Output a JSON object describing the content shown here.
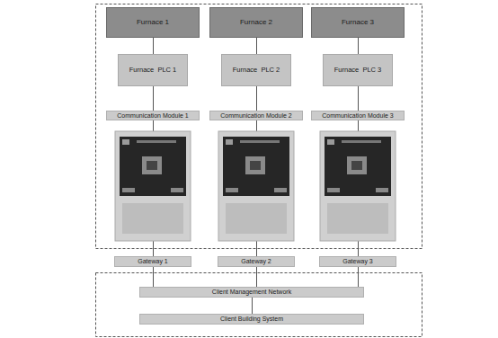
{
  "diagram": {
    "nodes": [
      {
        "text": [
          "Furnace 1"
        ]
      },
      {
        "text": [
          "Furnace 2"
        ]
      },
      {
        "text": [
          "Furnace 3"
        ]
      },
      {
        "text": [
          "Furnace  PLC 1"
        ]
      },
      {
        "text": [
          "Furnace  PLC 2"
        ]
      },
      {
        "text": [
          "Furnace  PLC 3"
        ]
      },
      {
        "text": [
          "Communication Module 1"
        ]
      },
      {
        "text": [
          "Communication Module 2"
        ]
      },
      {
        "text": [
          "Communication Module 3"
        ]
      },
      {
        "text": [
          "Gateway 1"
        ]
      },
      {
        "text": [
          "Gateway 2"
        ]
      },
      {
        "text": [
          "Gateway 3"
        ]
      },
      {
        "text": [
          "Client Management Network"
        ]
      },
      {
        "text": [
          "Client Building System"
        ]
      }
    ],
    "edges": [
      {
        "from": 0,
        "to": 3,
        "arrow": "none"
      },
      {
        "from": 1,
        "to": 4,
        "arrow": "none"
      },
      {
        "from": 2,
        "to": 5,
        "arrow": "none"
      },
      {
        "from": 3,
        "to": 6,
        "arrow": "none"
      },
      {
        "from": 4,
        "to": 7,
        "arrow": "none"
      },
      {
        "from": 5,
        "to": 8,
        "arrow": "none"
      },
      {
        "from": 6,
        "to": 9,
        "arrow": "none"
      },
      {
        "from": 7,
        "to": 10,
        "arrow": "none"
      },
      {
        "from": 8,
        "to": 11,
        "arrow": "none"
      },
      {
        "from": 9,
        "to": 12,
        "arrow": "none"
      },
      {
        "from": 10,
        "to": 12,
        "arrow": "none"
      },
      {
        "from": 11,
        "to": 12,
        "arrow": "none"
      },
      {
        "from": 12,
        "to": 13,
        "arrow": "none"
      }
    ]
  }
}
